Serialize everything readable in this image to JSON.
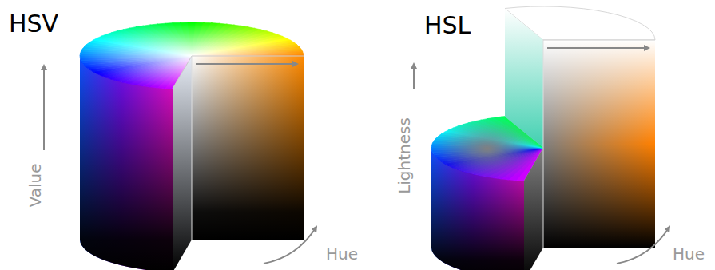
{
  "diagram": {
    "labels": [
      "HSV",
      "Value",
      "Hue",
      "HSL",
      "Lightness",
      "Hue"
    ]
  }
}
